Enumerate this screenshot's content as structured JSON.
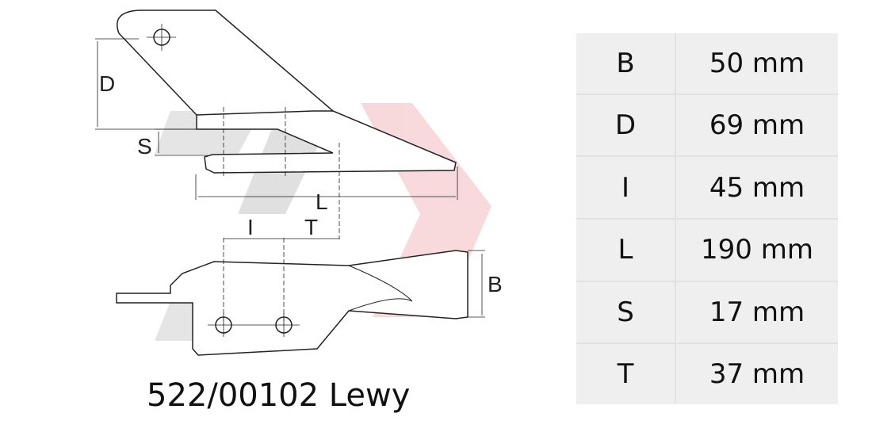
{
  "drawing": {
    "side_view_labels": {
      "D": "D",
      "S": "S",
      "L": "L"
    },
    "top_view_labels": {
      "I": "I",
      "T": "T",
      "B": "B"
    }
  },
  "caption": "522/00102 Lewy",
  "spec_table": [
    {
      "key": "B",
      "value": "50 mm"
    },
    {
      "key": "D",
      "value": "69 mm"
    },
    {
      "key": "I",
      "value": "45 mm"
    },
    {
      "key": "L",
      "value": "190 mm"
    },
    {
      "key": "S",
      "value": "17 mm"
    },
    {
      "key": "T",
      "value": "37 mm"
    }
  ],
  "colors": {
    "table_bg": "#efefef",
    "watermark_grey": "#d4d4d4",
    "watermark_red": "#f3c6cb"
  }
}
